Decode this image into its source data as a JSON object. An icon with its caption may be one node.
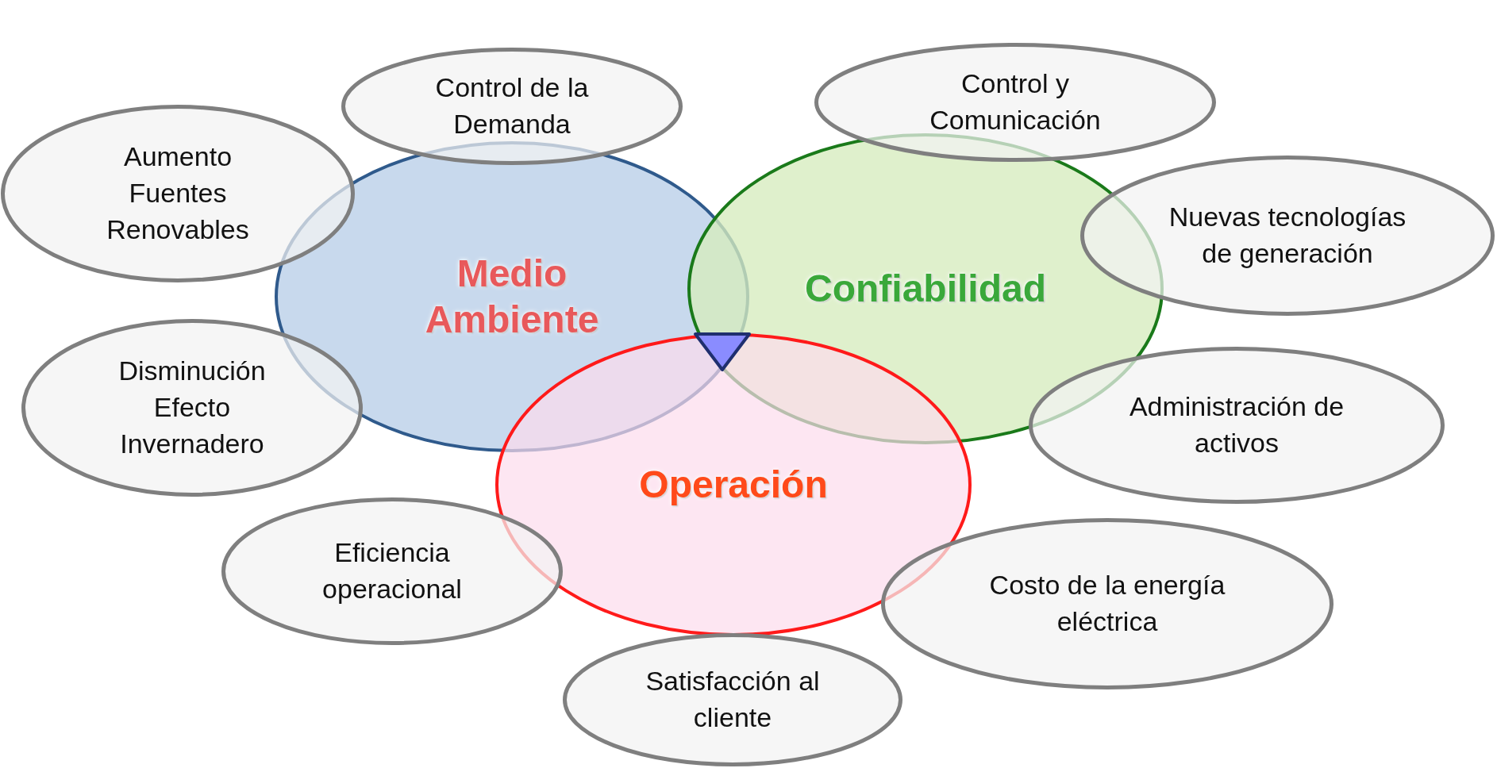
{
  "diagram": {
    "nodes": [
      {
        "text": [
          "Control de la Demanda"
        ]
      },
      {
        "text": [
          "Control y Comunicación"
        ]
      },
      {
        "text": [
          "Aumento Fuentes Renovables"
        ]
      },
      {
        "text": [
          "Nuevas tecnologías de generación"
        ]
      },
      {
        "text": [
          "Medio Ambiente"
        ]
      },
      {
        "text": [
          "Confiabilidad"
        ]
      },
      {
        "text": [
          "Disminución Efecto Invernadero"
        ]
      },
      {
        "text": [
          "Administración de activos"
        ]
      },
      {
        "text": [
          "Operación"
        ]
      },
      {
        "text": [
          "Eficiencia operacional"
        ]
      },
      {
        "text": [
          "Costo de la energía eléctrica"
        ]
      },
      {
        "text": [
          "Satisfacción al cliente"
        ]
      }
    ],
    "edges": []
  }
}
